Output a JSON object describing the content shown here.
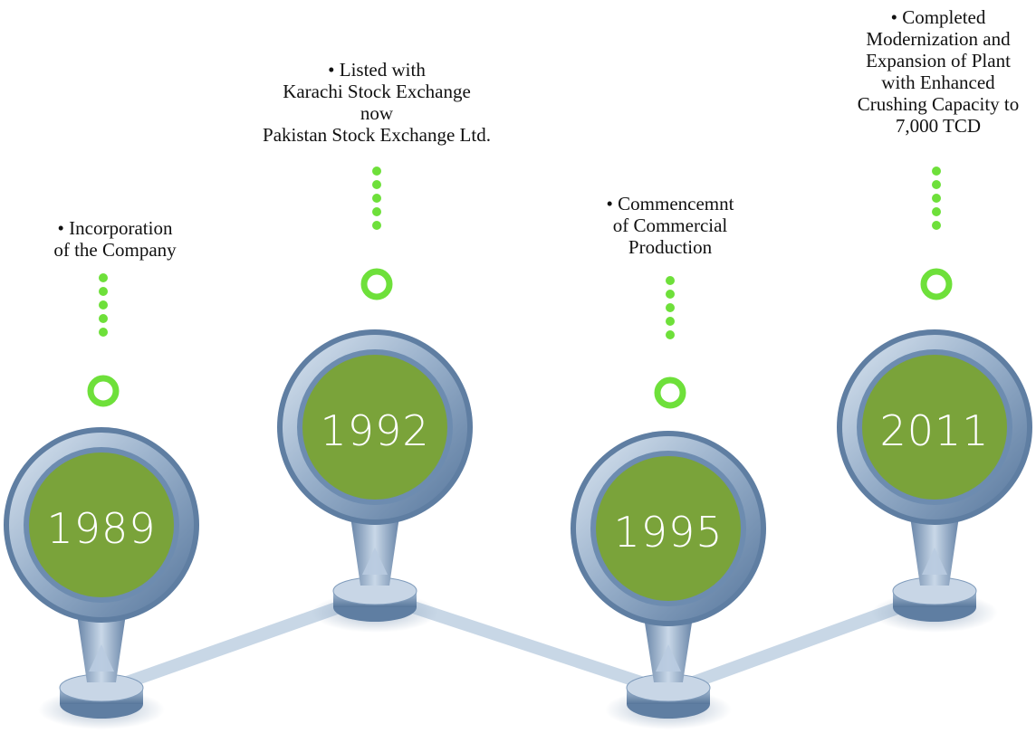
{
  "timeline": {
    "milestones": [
      {
        "year": "1989",
        "lines": [
          "• Incorporation",
          "of the Company"
        ]
      },
      {
        "year": "1992",
        "lines": [
          "• Listed with",
          "Karachi Stock Exchange",
          "now",
          "Pakistan Stock Exchange Ltd."
        ]
      },
      {
        "year": "1995",
        "lines": [
          "• Commencemnt",
          "of Commercial",
          "Production"
        ]
      },
      {
        "year": "2011",
        "lines": [
          "• Completed",
          "Modernization and",
          "Expansion of Plant",
          "with Enhanced",
          "Crushing Capacity to",
          "7,000 TCD"
        ]
      }
    ],
    "colors": {
      "year_disc": "#7aa33a",
      "ring_light": "#c8d6e6",
      "ring_dark": "#5f7ea2",
      "dot": "#6ee03a",
      "connector": "#c3d3e4"
    }
  }
}
